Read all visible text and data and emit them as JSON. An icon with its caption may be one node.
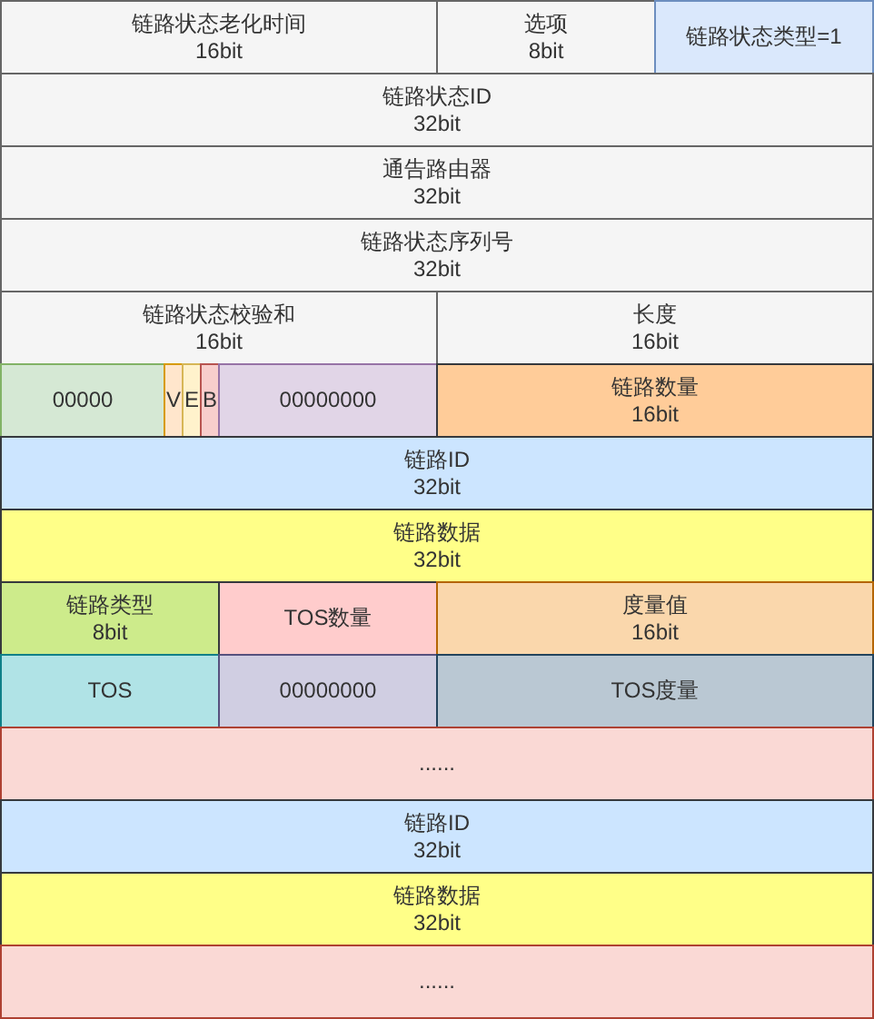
{
  "diagram": {
    "nodes": [
      {
        "text": [
          "链路状态老化时间",
          "16bit"
        ]
      },
      {
        "text": [
          "选项",
          "8bit"
        ]
      },
      {
        "text": [
          "链路状态类型=1"
        ]
      },
      {
        "text": [
          "链路状态ID",
          "32bit"
        ]
      },
      {
        "text": [
          "通告路由器",
          "32bit"
        ]
      },
      {
        "text": [
          "链路状态序列号",
          "32bit"
        ]
      },
      {
        "text": [
          "链路状态校验和",
          "16bit"
        ]
      },
      {
        "text": [
          "长度",
          "16bit"
        ]
      },
      {
        "text": [
          "00000"
        ]
      },
      {
        "text": [
          "V"
        ]
      },
      {
        "text": [
          "E"
        ]
      },
      {
        "text": [
          "B"
        ]
      },
      {
        "text": [
          "00000000"
        ]
      },
      {
        "text": [
          "链路数量",
          "16bit"
        ]
      },
      {
        "text": [
          "链路ID",
          "32bit"
        ]
      },
      {
        "text": [
          "链路数据",
          "32bit"
        ]
      },
      {
        "text": [
          "链路类型",
          "8bit"
        ]
      },
      {
        "text": [
          "TOS数量"
        ]
      },
      {
        "text": [
          "度量值",
          "16bit"
        ]
      },
      {
        "text": [
          "TOS"
        ]
      },
      {
        "text": [
          "00000000"
        ]
      },
      {
        "text": [
          "TOS度量"
        ]
      },
      {
        "text": [
          "......"
        ]
      },
      {
        "text": [
          "链路ID",
          "32bit"
        ]
      },
      {
        "text": [
          "链路数据",
          "32bit"
        ]
      },
      {
        "text": [
          "......"
        ]
      }
    ]
  }
}
